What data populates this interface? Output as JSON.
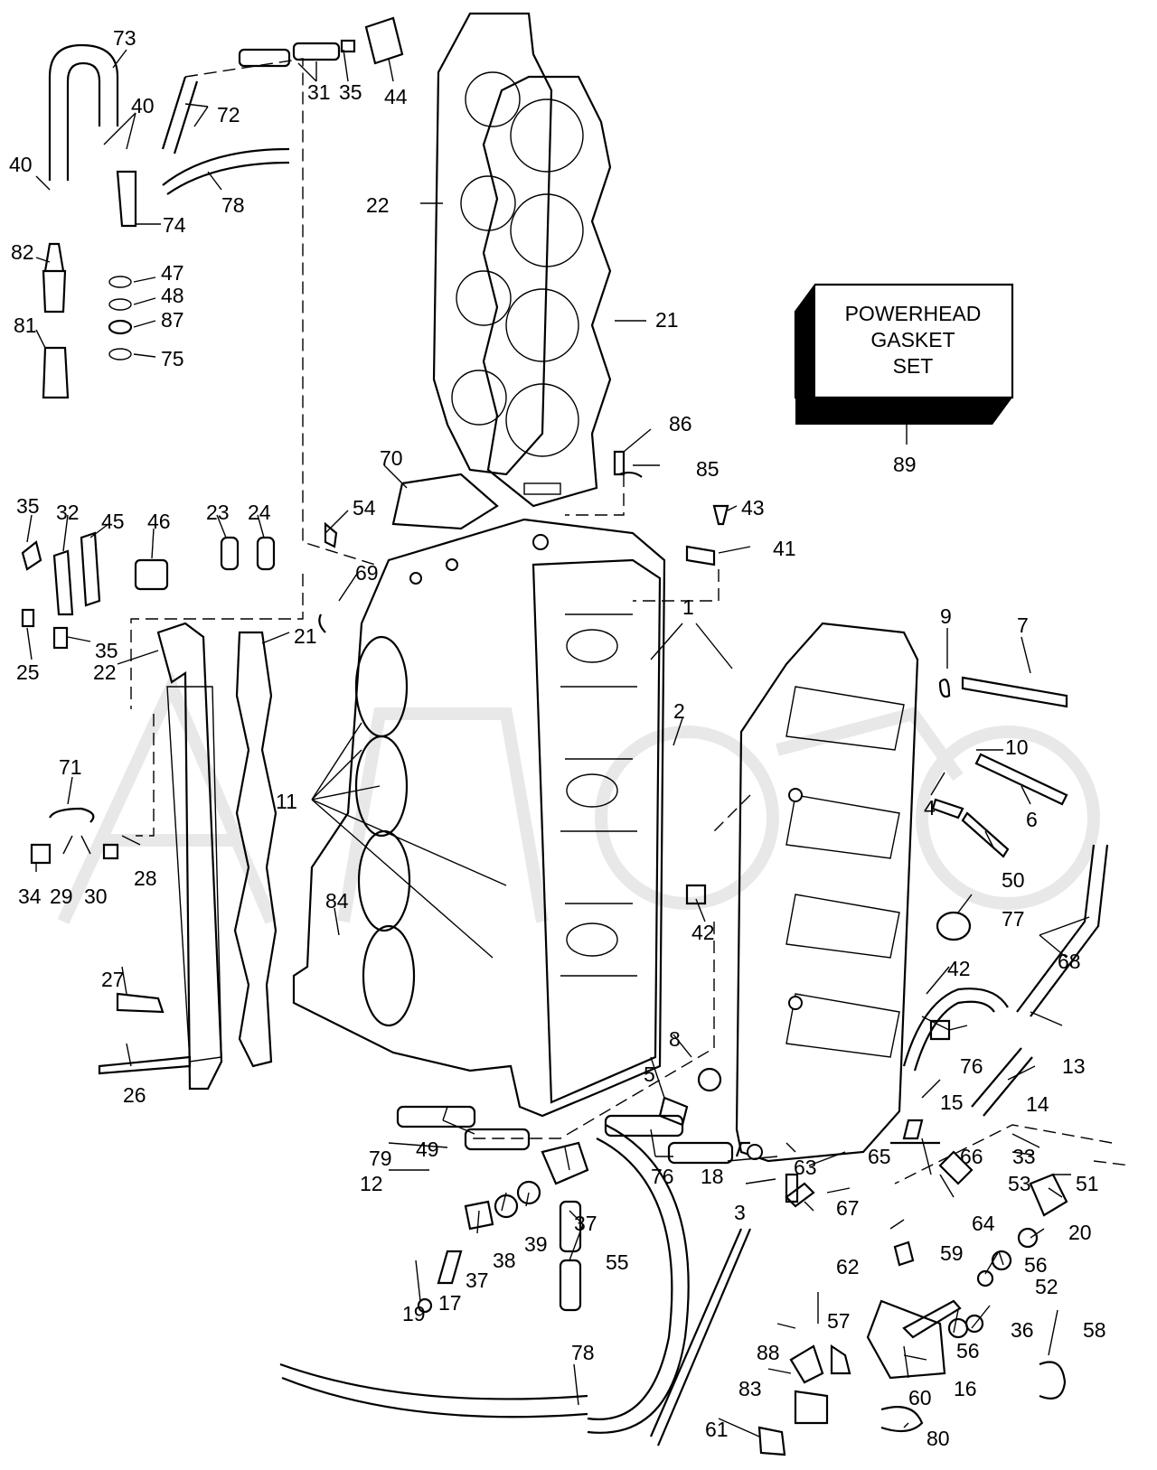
{
  "colors": {
    "line": "#000000",
    "background": "#ffffff",
    "watermark": "#e6e6e6"
  },
  "gasket_set_box": {
    "lines": [
      "POWERHEAD",
      "GASKET",
      "SET"
    ],
    "callout": "89"
  },
  "callouts": [
    {
      "id": "c73",
      "label": "73"
    },
    {
      "id": "c40a",
      "label": "40"
    },
    {
      "id": "c72",
      "label": "72"
    },
    {
      "id": "c31",
      "label": "31"
    },
    {
      "id": "c35a",
      "label": "35"
    },
    {
      "id": "c44",
      "label": "44"
    },
    {
      "id": "c40b",
      "label": "40"
    },
    {
      "id": "c78a",
      "label": "78"
    },
    {
      "id": "c22a",
      "label": "22"
    },
    {
      "id": "c74",
      "label": "74"
    },
    {
      "id": "c82",
      "label": "82"
    },
    {
      "id": "c47",
      "label": "47"
    },
    {
      "id": "c48",
      "label": "48"
    },
    {
      "id": "c87",
      "label": "87"
    },
    {
      "id": "c81",
      "label": "81"
    },
    {
      "id": "c75",
      "label": "75"
    },
    {
      "id": "c21a",
      "label": "21"
    },
    {
      "id": "c86",
      "label": "86"
    },
    {
      "id": "c85",
      "label": "85"
    },
    {
      "id": "c70",
      "label": "70"
    },
    {
      "id": "c54",
      "label": "54"
    },
    {
      "id": "c43",
      "label": "43"
    },
    {
      "id": "c41",
      "label": "41"
    },
    {
      "id": "c35b",
      "label": "35"
    },
    {
      "id": "c32",
      "label": "32"
    },
    {
      "id": "c45",
      "label": "45"
    },
    {
      "id": "c46",
      "label": "46"
    },
    {
      "id": "c23",
      "label": "23"
    },
    {
      "id": "c24",
      "label": "24"
    },
    {
      "id": "c69",
      "label": "69"
    },
    {
      "id": "c35c",
      "label": "35"
    },
    {
      "id": "c25",
      "label": "25"
    },
    {
      "id": "c22b",
      "label": "22"
    },
    {
      "id": "c21b",
      "label": "21"
    },
    {
      "id": "c1",
      "label": "1"
    },
    {
      "id": "c9",
      "label": "9"
    },
    {
      "id": "c7",
      "label": "7"
    },
    {
      "id": "c2",
      "label": "2"
    },
    {
      "id": "c10",
      "label": "10"
    },
    {
      "id": "c71",
      "label": "71"
    },
    {
      "id": "c11",
      "label": "11"
    },
    {
      "id": "c4",
      "label": "4"
    },
    {
      "id": "c6",
      "label": "6"
    },
    {
      "id": "c28",
      "label": "28"
    },
    {
      "id": "c34",
      "label": "34"
    },
    {
      "id": "c29",
      "label": "29"
    },
    {
      "id": "c30",
      "label": "30"
    },
    {
      "id": "c42a",
      "label": "42"
    },
    {
      "id": "c50",
      "label": "50"
    },
    {
      "id": "c77",
      "label": "77"
    },
    {
      "id": "c84",
      "label": "84"
    },
    {
      "id": "c68",
      "label": "68"
    },
    {
      "id": "c27",
      "label": "27"
    },
    {
      "id": "c42b",
      "label": "42"
    },
    {
      "id": "c8",
      "label": "8"
    },
    {
      "id": "c76a",
      "label": "76"
    },
    {
      "id": "c13",
      "label": "13"
    },
    {
      "id": "c26",
      "label": "26"
    },
    {
      "id": "c5",
      "label": "5"
    },
    {
      "id": "c14",
      "label": "14"
    },
    {
      "id": "c15",
      "label": "15"
    },
    {
      "id": "c49",
      "label": "49"
    },
    {
      "id": "c79",
      "label": "79"
    },
    {
      "id": "c76b",
      "label": "76"
    },
    {
      "id": "c18",
      "label": "18"
    },
    {
      "id": "c63",
      "label": "63"
    },
    {
      "id": "c65",
      "label": "65"
    },
    {
      "id": "c66",
      "label": "66"
    },
    {
      "id": "c33",
      "label": "33"
    },
    {
      "id": "c12",
      "label": "12"
    },
    {
      "id": "c37a",
      "label": "37"
    },
    {
      "id": "c53",
      "label": "53"
    },
    {
      "id": "c51",
      "label": "51"
    },
    {
      "id": "c3",
      "label": "3"
    },
    {
      "id": "c67",
      "label": "67"
    },
    {
      "id": "c64",
      "label": "64"
    },
    {
      "id": "c20",
      "label": "20"
    },
    {
      "id": "c38",
      "label": "38"
    },
    {
      "id": "c39",
      "label": "39"
    },
    {
      "id": "c55",
      "label": "55"
    },
    {
      "id": "c56a",
      "label": "56"
    },
    {
      "id": "c37b",
      "label": "37"
    },
    {
      "id": "c62",
      "label": "62"
    },
    {
      "id": "c59",
      "label": "59"
    },
    {
      "id": "c52",
      "label": "52"
    },
    {
      "id": "c19",
      "label": "19"
    },
    {
      "id": "c17",
      "label": "17"
    },
    {
      "id": "c57",
      "label": "57"
    },
    {
      "id": "c36",
      "label": "36"
    },
    {
      "id": "c56b",
      "label": "56"
    },
    {
      "id": "c58",
      "label": "58"
    },
    {
      "id": "c88",
      "label": "88"
    },
    {
      "id": "c16",
      "label": "16"
    },
    {
      "id": "c83",
      "label": "83"
    },
    {
      "id": "c60",
      "label": "60"
    },
    {
      "id": "c78b",
      "label": "78"
    },
    {
      "id": "c61",
      "label": "61"
    },
    {
      "id": "c80",
      "label": "80"
    }
  ]
}
